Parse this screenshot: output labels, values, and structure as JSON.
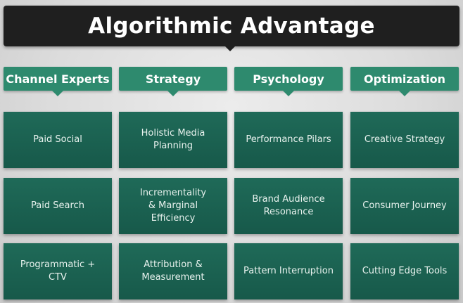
{
  "title": "Algorithmic Advantage",
  "columns": [
    {
      "header": "Channel Experts",
      "items": [
        "Paid Social",
        "Paid Search",
        "Programmatic + CTV"
      ]
    },
    {
      "header": "Strategy",
      "items": [
        "Holistic Media\nPlanning",
        "Incrementality\n& Marginal Efficiency",
        "Attribution &\nMeasurement"
      ]
    },
    {
      "header": "Psychology",
      "items": [
        "Performance Pilars",
        "Brand Audience\nResonance",
        "Pattern Interruption"
      ]
    },
    {
      "header": "Optimization",
      "items": [
        "Creative Strategy",
        "Consumer Journey",
        "Cutting Edge Tools"
      ]
    }
  ],
  "colors": {
    "banner": "#1f1f1f",
    "header": "#2e8a6e",
    "cell": "#1f6a58",
    "background": "#dcdcdc"
  }
}
